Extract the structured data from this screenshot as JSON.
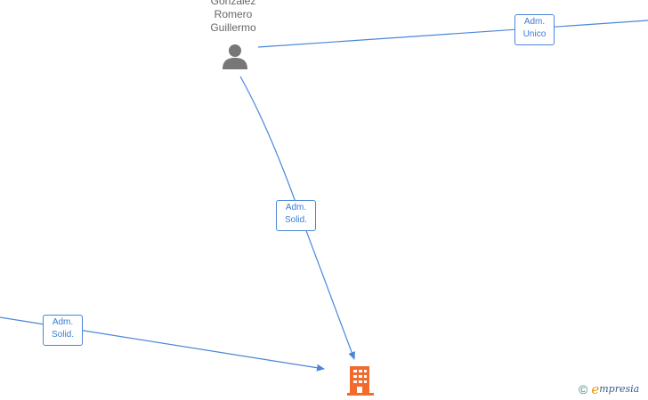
{
  "colors": {
    "edge": "#4a86d8",
    "label_text": "#3a7bd5",
    "person": "#777777",
    "company": "#f26a2e"
  },
  "person": {
    "name_lines": [
      "Gonzalez",
      "Romero",
      "Guillermo"
    ],
    "icon": "person-icon"
  },
  "company": {
    "icon": "building-icon"
  },
  "edges": [
    {
      "role_lines": [
        "Adm.",
        "Unico"
      ]
    },
    {
      "role_lines": [
        "Adm.",
        "Solid."
      ]
    },
    {
      "role_lines": [
        "Adm.",
        "Solid."
      ]
    }
  ],
  "footer": {
    "copyright_symbol": "©",
    "brand_first": "e",
    "brand_rest": "mpresia"
  }
}
